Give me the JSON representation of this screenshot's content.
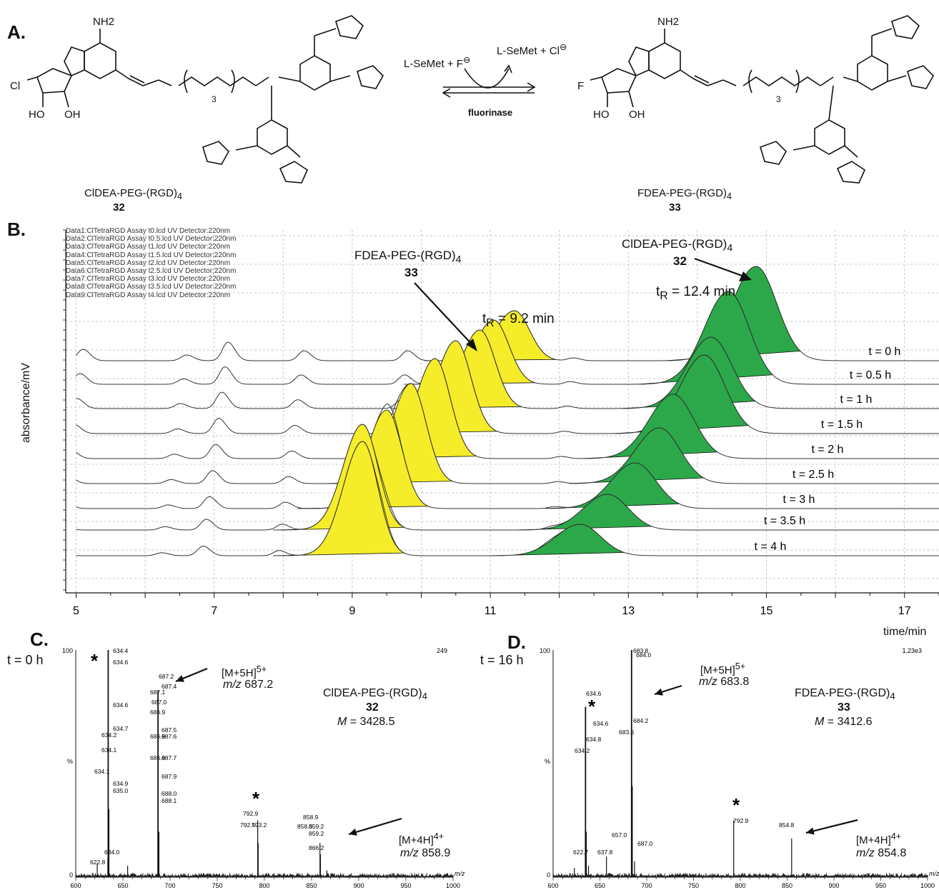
{
  "panelA": {
    "label": "A.",
    "left_name": "ClDEA-PEG-(RGD)",
    "left_sub": "4",
    "left_num": "32",
    "right_name": "FDEA-PEG-(RGD)",
    "right_sub": "4",
    "right_num": "33",
    "reagent_in": "L-SeMet + F",
    "reagent_out": "L-SeMet + Cl",
    "enzyme": "fluorinase",
    "atom_cl": "Cl",
    "atom_f": "F",
    "atom_nh2": "NH2",
    "atom_ho": "HO",
    "atom_oh": "OH",
    "peg_n": "3"
  },
  "panelB": {
    "label": "B.",
    "ylabel": "absorbance/mV",
    "xlabel": "time/min",
    "legend_lines": [
      "Data1:ClTetraRGD Assay t0.lcd UV Detector:220nm",
      "Data2:ClTetraRGD Assay t0.5.lcd UV Detector:220nm",
      "Data3:ClTetraRGD Assay t1.lcd UV Detector:220nm",
      "Data4:ClTetraRGD Assay t1.5.lcd UV Detector:220nm",
      "Data5:ClTetraRGD Assay t2.lcd UV Detector:220nm",
      "Data6:ClTetraRGD Assay t2.5.lcd UV Detector:220nm",
      "Data7:ClTetraRGD Assay t3.lcd UV Detector:220nm",
      "Data8:ClTetraRGD Assay t3.5.lcd UV Detector:220nm",
      "Data9:ClTetraRGD Assay t4.lcd UV Detector:220nm"
    ],
    "fdea_label": "FDEA-PEG-(RGD)",
    "fdea_sub": "4",
    "fdea_num": "33",
    "fdea_tr": "t",
    "fdea_tr_sub": "R",
    "fdea_tr_val": " = 9.2 min",
    "clde_label": "ClDEA-PEG-(RGD)",
    "clde_sub": "4",
    "clde_num": "32",
    "clde_tr": "t",
    "clde_tr_sub": "R",
    "clde_tr_val": " = 12.4 min",
    "time_labels": [
      "t = 0 h",
      "t = 0.5 h",
      "t = 1 h",
      "t = 1.5 h",
      "t = 2 h",
      "t = 2.5 h",
      "t = 3 h",
      "t = 3.5 h",
      "t = 4 h"
    ],
    "x_ticks": [
      "5",
      "7",
      "9",
      "11",
      "13",
      "15",
      "17"
    ],
    "colors": {
      "fdea": "#f5ec2a",
      "clde": "#2ca84a"
    }
  },
  "panelC": {
    "label": "C.",
    "time": "t = 0 h",
    "y_top": "100",
    "y_mid": "%",
    "y_bot": "0",
    "corner": "249",
    "x_ticks": [
      "600",
      "650",
      "700",
      "750",
      "800",
      "850",
      "900",
      "950",
      "1000"
    ],
    "xunit": "m/z",
    "ion1": "[M+5H]",
    "ion1_sup": "5+",
    "ion1_mz_label": "m/z",
    "ion1_mz": " 687.2",
    "ion2": "[M+4H]",
    "ion2_sup": "4+",
    "ion2_mz_label": "m/z",
    "ion2_mz": " 858.9",
    "name": "ClDEA-PEG-(RGD)",
    "name_sub": "4",
    "num": "32",
    "mass_label": "M",
    "mass": " = 3428.5",
    "star": "*",
    "peak_labels": [
      "634.4",
      "634.6",
      "634.6",
      "634.7",
      "634.2",
      "634.1",
      "634.1",
      "634.9",
      "635.0",
      "634.0",
      "622.8",
      "687.2",
      "687.4",
      "687.1",
      "687.0",
      "686.9",
      "687.5",
      "686.9",
      "687.6",
      "686.9",
      "687.7",
      "687.9",
      "688.0",
      "688.1",
      "792.9",
      "792.5",
      "793.2",
      "858.9",
      "858.5",
      "859.2",
      "859.2",
      "866.2"
    ]
  },
  "panelD": {
    "label": "D.",
    "time": "t = 16 h",
    "y_top": "100",
    "y_mid": "%",
    "y_bot": "0",
    "corner": "1.23e3",
    "x_ticks": [
      "600",
      "650",
      "700",
      "750",
      "800",
      "850",
      "900",
      "950",
      "1000"
    ],
    "xunit": "m/z",
    "ion1": "[M+5H]",
    "ion1_sup": "5+",
    "ion1_mz_label": "m/z",
    "ion1_mz": " 683.8",
    "ion2": "[M+4H]",
    "ion2_sup": "4+",
    "ion2_mz_label": "m/z",
    "ion2_mz": " 854.8",
    "name": "FDEA-PEG-(RGD)",
    "name_sub": "4",
    "num": "33",
    "mass_label": "M",
    "mass": " = 3412.6",
    "star": "*",
    "peak_labels": [
      "683.8",
      "684.0",
      "634.6",
      "684.2",
      "634.6",
      "683.6",
      "634.8",
      "634.2",
      "792.9",
      "854.8",
      "657.0",
      "687.0",
      "622.7",
      "637.8"
    ]
  }
}
